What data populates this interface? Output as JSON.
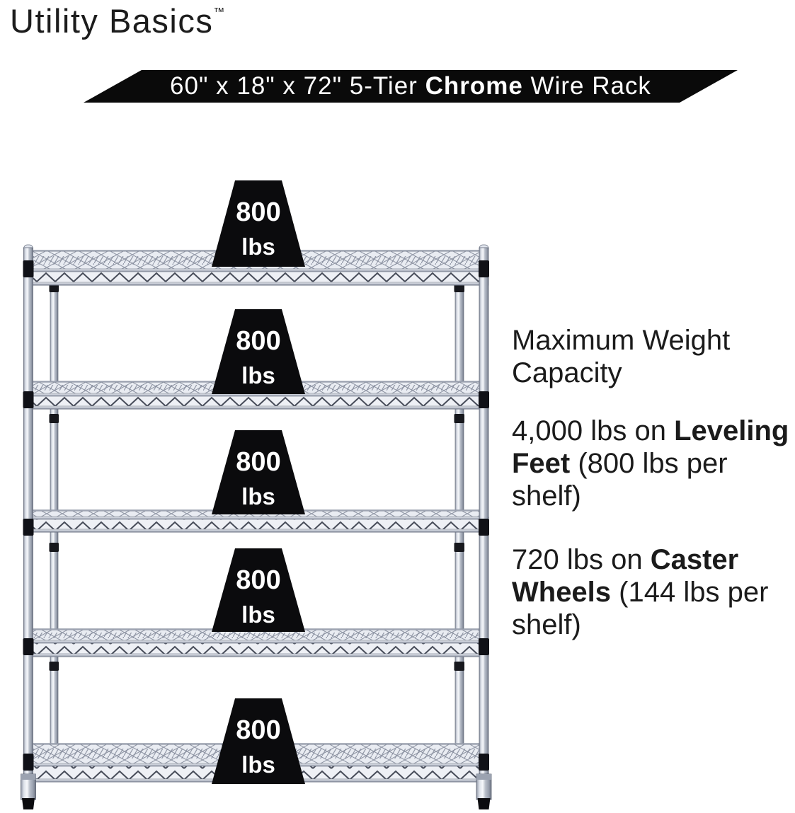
{
  "brand": {
    "name": "Utility Basics",
    "trademark": "™"
  },
  "banner": {
    "prefix": "60\" x 18\" x 72\" 5-Tier ",
    "highlight": "Chrome",
    "suffix": " Wire Rack"
  },
  "product": {
    "description": "5-tier chrome wire shelving rack",
    "shelf_count": 5
  },
  "weights": [
    {
      "value": "800",
      "unit": "lbs"
    },
    {
      "value": "800",
      "unit": "lbs"
    },
    {
      "value": "800",
      "unit": "lbs"
    },
    {
      "value": "800",
      "unit": "lbs"
    },
    {
      "value": "800",
      "unit": "lbs"
    }
  ],
  "info": {
    "heading": "Maximum Weight Capacity",
    "items": [
      {
        "prefix": "4,000 lbs on ",
        "bold": "Leveling Feet",
        "suffix": " (800 lbs per shelf)"
      },
      {
        "prefix": "720 lbs on ",
        "bold": "Caster Wheels",
        "suffix": " (144 lbs per shelf)"
      }
    ]
  },
  "colors": {
    "background": "#ffffff",
    "banner_bg": "#0a0a0a",
    "banner_text": "#ffffff",
    "weight_badge_bg": "#0b0b0d",
    "weight_badge_text": "#ffffff",
    "body_text": "#1b1b1b",
    "chrome_light": "#f5f7fa",
    "chrome_mid": "#c3c8d3",
    "chrome_dark": "#82899a"
  }
}
